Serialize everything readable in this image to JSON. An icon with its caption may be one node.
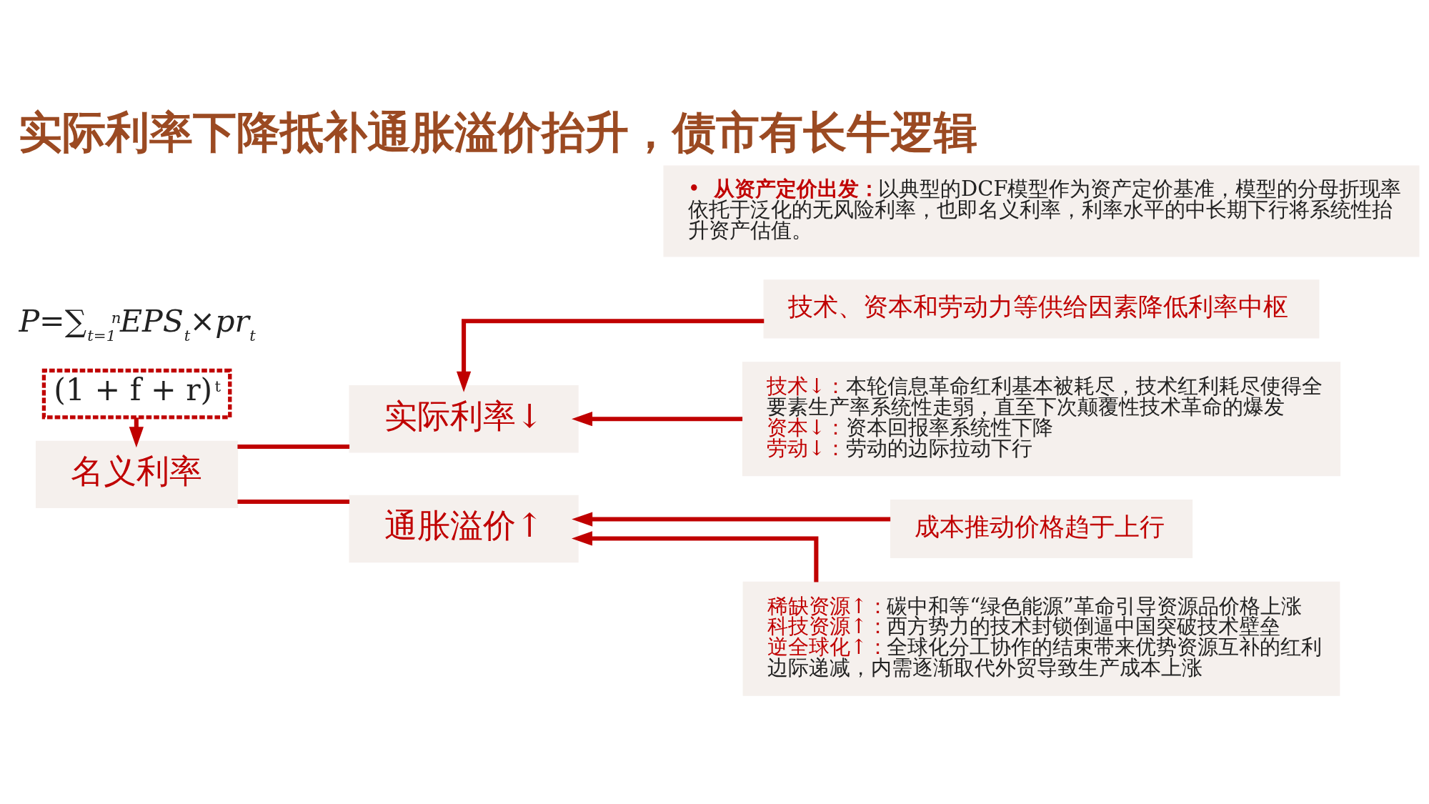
{
  "diagram": {
    "title": "实际利率下降抵补通胀溢价抬升，债市有长牛逻辑",
    "nodes": [
      {
        "text": [
          "•",
          "从资产定价出发：",
          "以典型的DCF模型作为资产定价基准，模型的分母折现率依托于泛化的无风险利率，也即名义利率，利率水平的中长期下行将系统性抬升资产估值。"
        ]
      },
      {
        "text": [
          "(1 + f + r)$^{t}$"
        ]
      },
      {
        "text": [
          "名义利率"
        ]
      },
      {
        "text": [
          "实际利率↓"
        ]
      },
      {
        "text": [
          "通胀溢价↑"
        ]
      },
      {
        "text": [
          "技术、资本和劳动力等供给因素降低利率中枢"
        ]
      },
      {
        "text": [
          "技术↓：",
          "本轮信息革命红利基本被耗尽，技术红利耗尽使得全要素生产率系统性走弱，直至下次颠覆性技术革命的爆发",
          "资本↓：",
          "资本回报率系统性下降",
          "劳动↓：",
          "劳动的边际拉动下行"
        ]
      },
      {
        "text": [
          "成本推动价格趋于上行"
        ]
      },
      {
        "text": [
          "稀缺资源↑：",
          "碳中和等“绿色能源”革命引导资源品价格上涨",
          "科技资源↑：",
          "西方势力的技术封锁倒逼中国突破技术壁垒",
          "逆全球化↑：",
          "全球化分工协作的结束带来优势资源互补的红利边际递减，内需逐渐取代外贸导致生产成本上涨"
        ]
      }
    ],
    "edges": [
      {
        "from": 1,
        "to": 2,
        "arrow": "to"
      },
      {
        "from": 3,
        "to": 2,
        "arrow": "none"
      },
      {
        "from": 4,
        "to": 2,
        "arrow": "none"
      },
      {
        "from": 5,
        "to": 3,
        "arrow": "to"
      },
      {
        "from": 6,
        "to": 3,
        "arrow": "to"
      },
      {
        "from": 7,
        "to": 4,
        "arrow": "to"
      },
      {
        "from": 8,
        "to": 4,
        "arrow": "to"
      }
    ],
    "labels": [
      "P=∑$_{t=1}$$^{n}$EPS$_{t}$×pr$_{t}$"
    ]
  }
}
